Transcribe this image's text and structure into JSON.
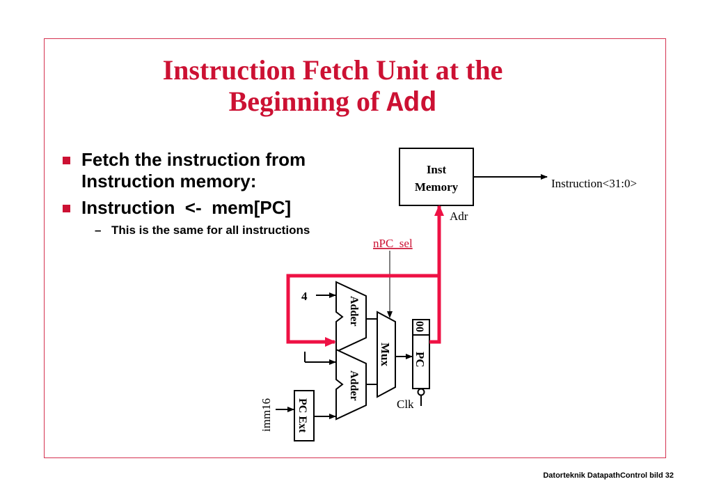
{
  "slide": {
    "title_line1": "Instruction Fetch Unit at the",
    "title_line2": "Beginning of",
    "title_code": "Add",
    "bullets": [
      "Fetch the instruction from Instruction memory:",
      "Instruction  <-  mem[PC]"
    ],
    "sub_bullet": "This is the same for all instructions",
    "footer": "Datorteknik DatapathControl bild 32"
  },
  "diagram": {
    "inst_memory_line1": "Inst",
    "inst_memory_line2": "Memory",
    "instruction_out": "Instruction<31:0>",
    "adr": "Adr",
    "npc_sel": "nPC_sel",
    "const_four": "4",
    "adder_top": "Adder",
    "adder_bottom": "Adder",
    "mux": "Mux",
    "pc_bits": "00",
    "pc": "PC",
    "clk": "Clk",
    "imm16": "imm16",
    "pc_ext": "PC Ext"
  },
  "colors": {
    "accent": "#cc1133",
    "highlight_path": "#ee1144"
  }
}
